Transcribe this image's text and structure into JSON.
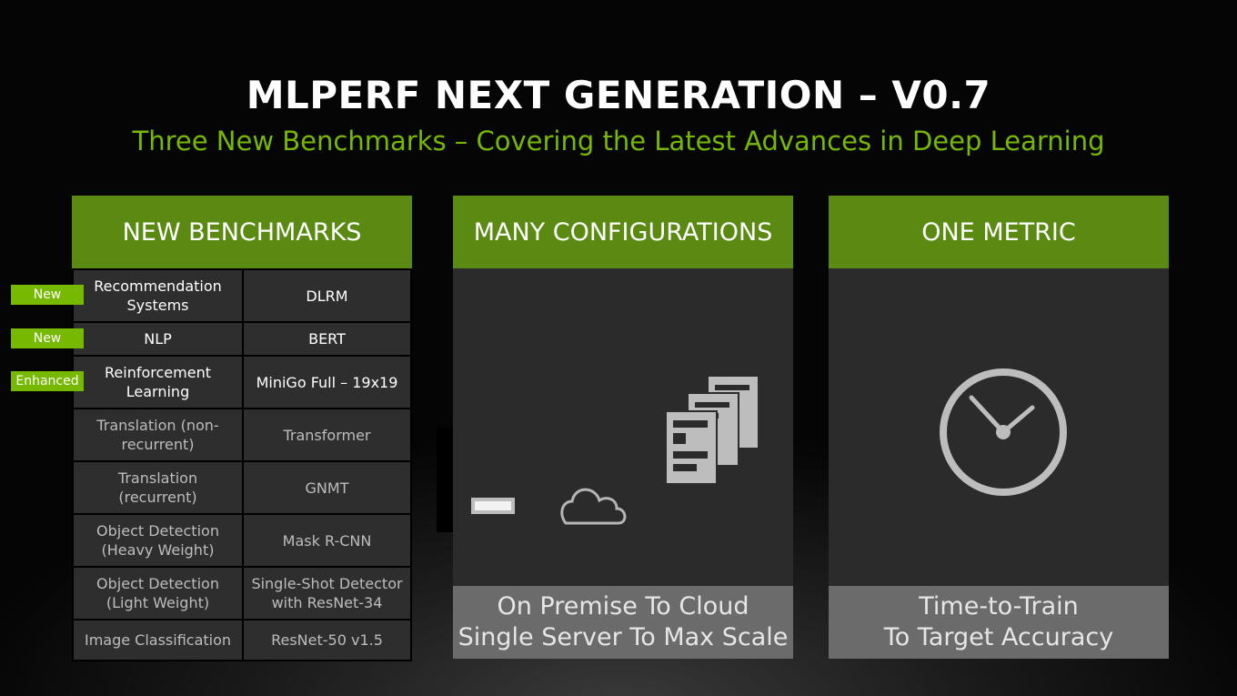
{
  "header": {
    "title": "MLPERF NEXT GENERATION – V0.7",
    "subtitle": "Three New Benchmarks – Covering the Latest Advances in Deep Learning"
  },
  "panel_benchmarks": {
    "title": "NEW BENCHMARKS",
    "rows": [
      {
        "area": "Recommendation Systems",
        "model": "DLRM",
        "tag": "New",
        "active": true
      },
      {
        "area": "NLP",
        "model": "BERT",
        "tag": "New",
        "active": true
      },
      {
        "area": "Reinforcement Learning",
        "model": "MiniGo Full – 19x19",
        "tag": "Enhanced",
        "active": true
      },
      {
        "area": "Translation (non-recurrent)",
        "model": "Transformer",
        "tag": "",
        "active": false
      },
      {
        "area": "Translation (recurrent)",
        "model": "GNMT",
        "tag": "",
        "active": false
      },
      {
        "area": "Object Detection (Heavy Weight)",
        "model": "Mask R-CNN",
        "tag": "",
        "active": false
      },
      {
        "area": "Object Detection (Light Weight)",
        "model": "Single-Shot Detector with ResNet-34",
        "tag": "",
        "active": false
      },
      {
        "area": "Image Classification",
        "model": "ResNet-50 v1.5",
        "tag": "",
        "active": false
      }
    ]
  },
  "panel_configs": {
    "title": "MANY CONFIGURATIONS",
    "footer_line1": "On Premise To Cloud",
    "footer_line2": "Single Server To Max Scale",
    "icons": [
      "gpu-card-icon",
      "cloud-icon",
      "server-stack-icon"
    ]
  },
  "panel_metric": {
    "title": "ONE METRIC",
    "footer_line1": "Time-to-Train",
    "footer_line2": "To Target Accuracy",
    "icon": "clock-icon"
  },
  "colors": {
    "accent_green": "#76b900",
    "header_green": "#5a8a12",
    "panel_bg": "#2b2b2b",
    "footer_bg": "#6b6b6b"
  }
}
